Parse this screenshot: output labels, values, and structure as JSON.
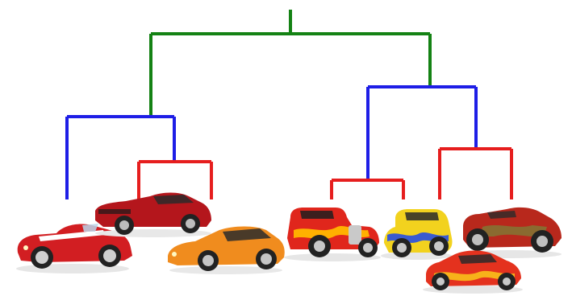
{
  "colors": {
    "background": "#ffffff",
    "top_merge": "#148214",
    "mid_merge": "#1e1ee6",
    "leaf_merge": "#e61e1e"
  },
  "dendrogram": {
    "leaves": [
      {
        "name": "ac-cobra-roadster-image",
        "body": "#d21e22",
        "stripe": "#ffffff"
      },
      {
        "name": "ferrari-daytona-coupe-image",
        "body": "#b4161c",
        "stripe": "#7a0c10"
      },
      {
        "name": "datsun-240z-coupe-image",
        "body": "#f08c1e",
        "stripe": "#c86410"
      },
      {
        "name": "red-flame-hot-rod-image",
        "body": "#e0261c",
        "stripe": "#ffb000"
      },
      {
        "name": "yellow-hot-rod-coupe-image",
        "body": "#f2d21e",
        "stripe": "#3a5bd0"
      },
      {
        "name": "red-rat-rod-roadster-image",
        "body": "#b8281c",
        "stripe": "#8a6a30"
      },
      {
        "name": "red-flame-hot-rod-coupe-image",
        "body": "#e4321e",
        "stripe": "#f7b21a"
      }
    ]
  }
}
